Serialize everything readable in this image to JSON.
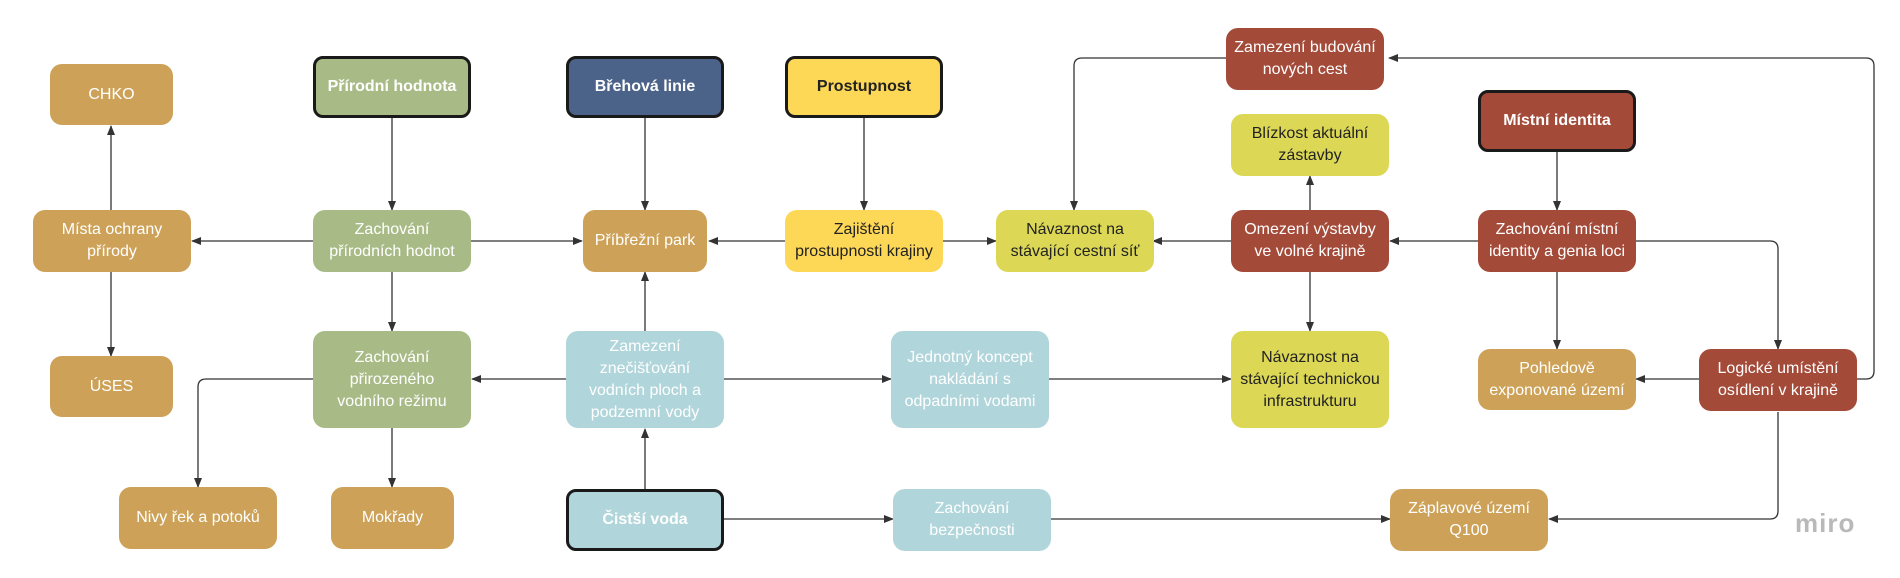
{
  "nodes": {
    "chko": "CHKO",
    "mista_ochrany": "Místa ochrany přírody",
    "uses": "ÚSES",
    "prirodni_hodnota": "Přírodní hodnota",
    "zachovani_prirodnich": "Zachování přírodních hodnot",
    "zachovani_vodniho": "Zachování přirozeného vodního režimu",
    "nivy": "Nivy řek a potoků",
    "mokrady": "Mokřady",
    "brehova_linie": "Břehová linie",
    "pribrezni_park": "Příbřežní park",
    "zamezeni_znecistovani": "Zamezení znečišťování vodních ploch a podzemní vody",
    "cistsi_voda": "Čistší voda",
    "prostupnost": "Prostupnost",
    "zajisteni_prostupnosti": "Zajištění prostupnosti krajiny",
    "jednotny_koncept": "Jednotný koncept nakládání s odpadními vodami",
    "zachovani_bezpecnosti": "Zachování bezpečnosti",
    "navaznost_cestni": "Návaznost na stávající cestní síť",
    "zamezeni_budovani": "Zamezení budování nových cest",
    "blizkost": "Blízkost aktuální zástavby",
    "omezeni_vystavby": "Omezení výstavby ve volné krajině",
    "navaznost_infra": "Návaznost na stávající technickou infrastrukturu",
    "zaplavove": "Záplavové území Q100",
    "mistni_identita": "Místní identita",
    "zachovani_identity": "Zachování místní identity a genia loci",
    "pohledove": "Pohledově exponované území",
    "logicke_umisteni": "Logické umístění osídlení v krajině"
  },
  "colors": {
    "tan": "#cda258",
    "green": "#a8bb86",
    "blue": "#4c6389",
    "yellow": "#fdd756",
    "lime": "#dcd856",
    "red": "#a44a39",
    "cyan": "#b0d5da",
    "edge": "#333333"
  },
  "logo": "miro"
}
